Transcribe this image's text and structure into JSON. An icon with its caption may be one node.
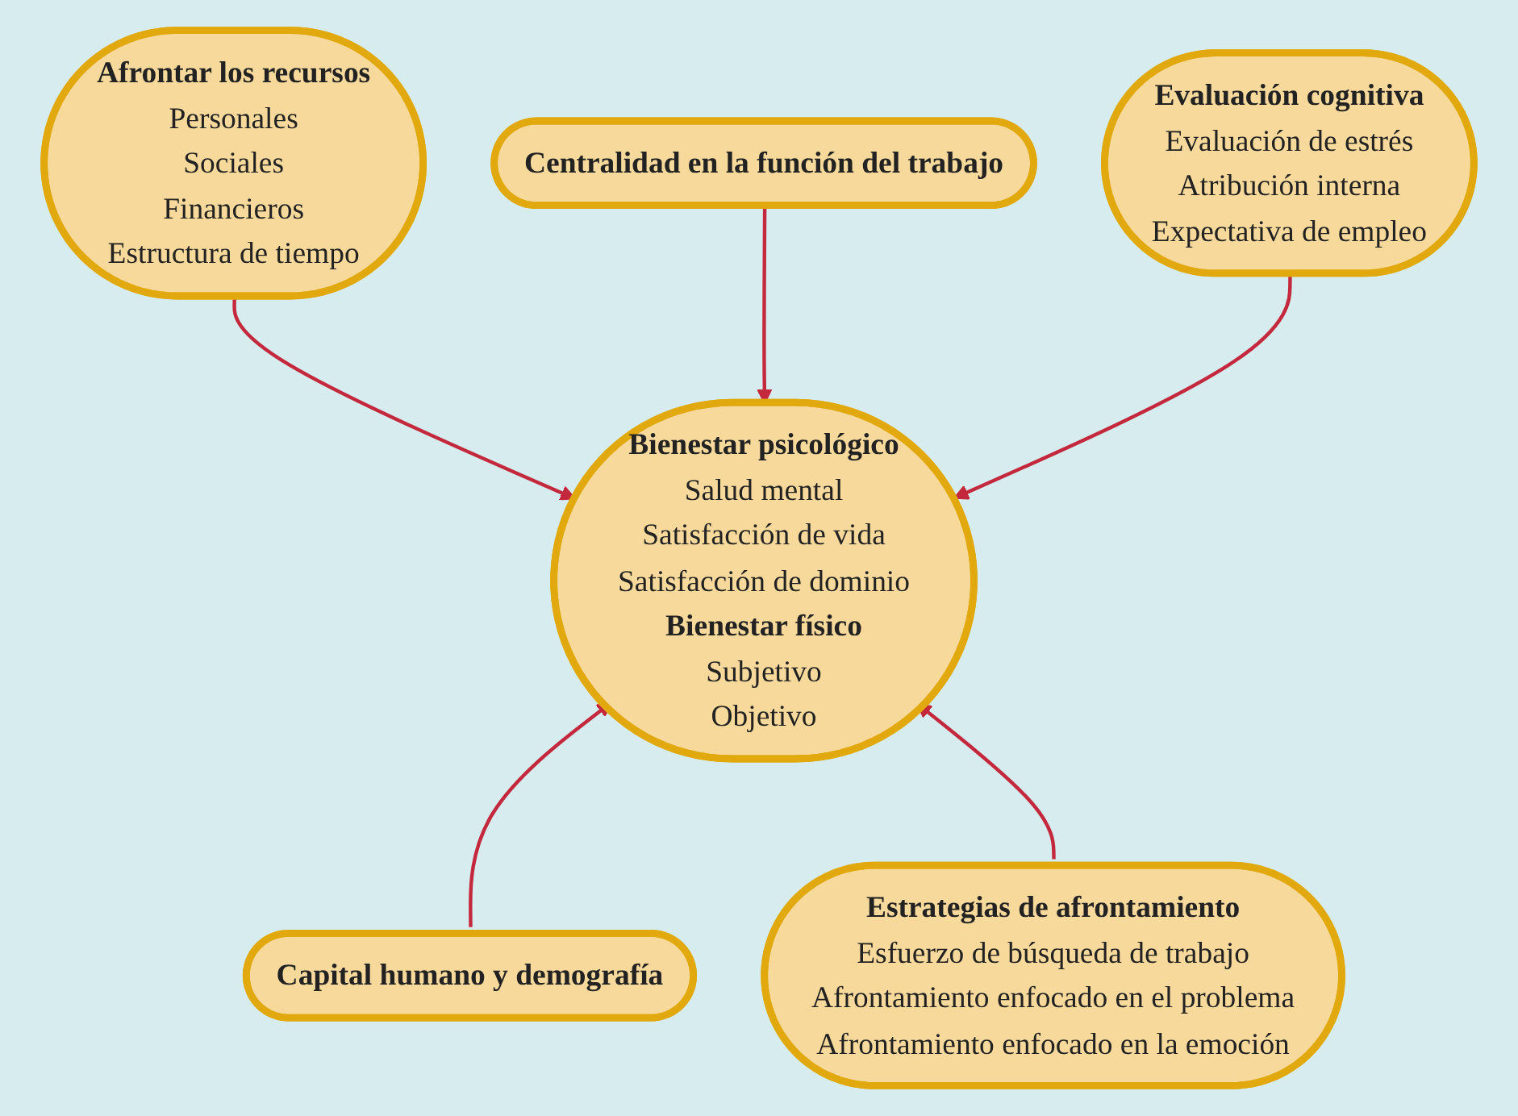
{
  "diagram": {
    "nodes": [
      {
        "text": [
          "Afrontar los recursos",
          "Personales",
          "Sociales",
          "Financieros",
          "Estructura de tiempo"
        ]
      },
      {
        "text": [
          "Centralidad en la función del trabajo"
        ]
      },
      {
        "text": [
          "Evaluación cognitiva",
          "Evaluación de estrés",
          "Atribución interna",
          "Expectativa de empleo"
        ]
      },
      {
        "text": [
          "Bienestar psicológico",
          "Salud mental",
          "Satisfacción de vida",
          "Satisfacción de dominio",
          "Bienestar físico",
          "Subjetivo",
          "Objetivo"
        ]
      },
      {
        "text": [
          "Capital humano y demografía"
        ]
      },
      {
        "text": [
          "Estrategias de afrontamiento",
          "Esfuerzo de búsqueda de trabajo",
          "Afrontamiento enfocado en el problema",
          "Afrontamiento enfocado en la emoción"
        ]
      }
    ],
    "edges": [
      {
        "from": 0,
        "to": 3,
        "arrow": "to"
      },
      {
        "from": 1,
        "to": 3,
        "arrow": "to"
      },
      {
        "from": 2,
        "to": 3,
        "arrow": "to"
      },
      {
        "from": 4,
        "to": 3,
        "arrow": "to"
      },
      {
        "from": 5,
        "to": 3,
        "arrow": "to"
      }
    ]
  }
}
